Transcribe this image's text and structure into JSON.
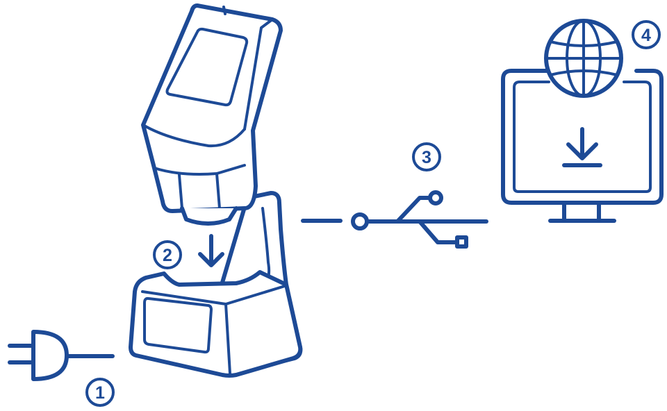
{
  "colors": {
    "ink": "#1d4a96",
    "background": "#ffffff"
  },
  "steps": [
    {
      "number": "1",
      "meaning": "plug-in-power-icon"
    },
    {
      "number": "2",
      "meaning": "place-device-in-cradle-icon"
    },
    {
      "number": "3",
      "meaning": "usb-connection-icon"
    },
    {
      "number": "4",
      "meaning": "download-from-web-icon"
    }
  ]
}
